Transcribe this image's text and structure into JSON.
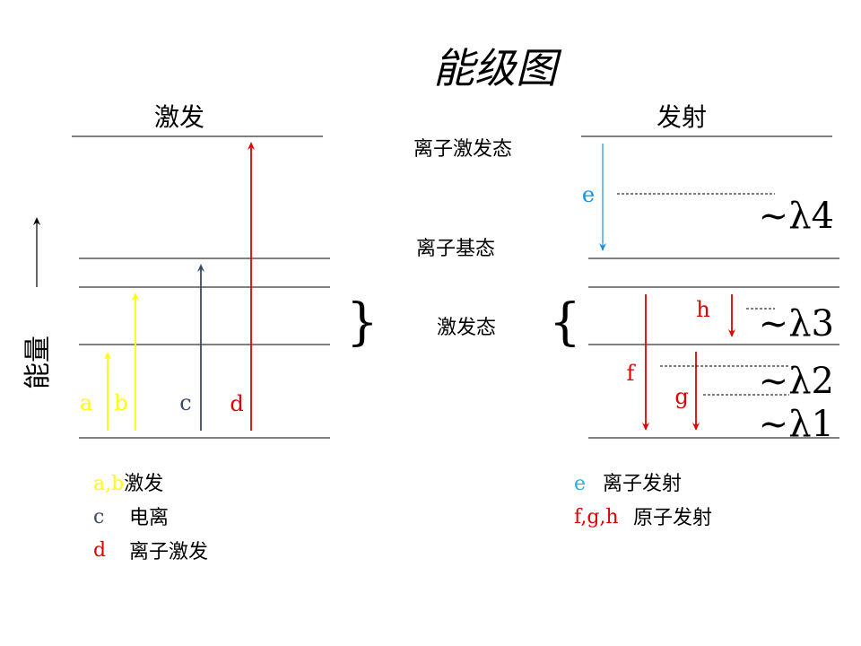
{
  "title": "能级图",
  "left_heading": "激发",
  "right_heading": "发射",
  "energy_label": "能量",
  "middle_labels": {
    "ion_excited": "离子激发态",
    "ion_ground": "离子基态",
    "excited": "激发态"
  },
  "braces": {
    "left": "}",
    "right": "{"
  },
  "left_arrows": [
    {
      "label": "a",
      "color": "#ffff00"
    },
    {
      "label": "b",
      "color": "#ffff00"
    },
    {
      "label": "c",
      "color": "#3b4a6b"
    },
    {
      "label": "d",
      "color": "#e00000"
    }
  ],
  "right_arrows": [
    {
      "label": "e",
      "color": "#1a8fe0"
    },
    {
      "label": "f",
      "color": "#e00000"
    },
    {
      "label": "g",
      "color": "#e00000"
    },
    {
      "label": "h",
      "color": "#e00000"
    }
  ],
  "wavelengths": {
    "l4": "~λ4",
    "l3": "~λ3",
    "l2": "~λ2",
    "l1": "~λ1"
  },
  "legend_left": {
    "ab_key": "a,b",
    "ab_text": "激发",
    "c_key": "c",
    "c_text": "电离",
    "d_key": "d",
    "d_text": "离子激发"
  },
  "legend_right": {
    "e_key": "e",
    "e_text": "离子发射",
    "fgh_key": "f,g,h",
    "fgh_text": "原子发射"
  },
  "colors": {
    "yellow": "#ffff00",
    "navy": "#3b4a6b",
    "red": "#e00000",
    "blue": "#1a8fe0",
    "cyan": "#1fb3e0",
    "line": "#000000"
  }
}
